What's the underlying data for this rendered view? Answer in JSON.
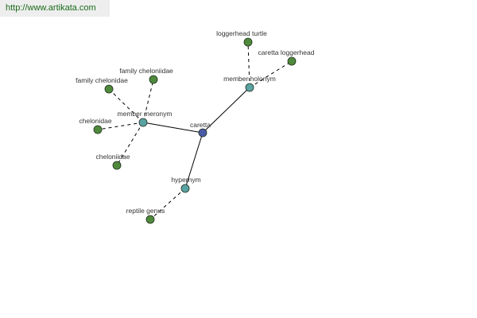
{
  "banner": {
    "url_text": "http://www.artikata.com"
  },
  "colors": {
    "root_node": "#4a5aa8",
    "relation_node": "#5ba3a3",
    "leaf_node": "#4f8a3c",
    "banner_text": "#1a6b1a"
  },
  "graph": {
    "nodes": [
      {
        "id": "caretta",
        "label": "caretta",
        "kind": "root",
        "icon": "root-node-icon"
      },
      {
        "id": "member-meronym",
        "label": "member meronym",
        "kind": "relation",
        "icon": "relation-node-icon"
      },
      {
        "id": "member-holonym",
        "label": "member holonym",
        "kind": "relation",
        "icon": "relation-node-icon"
      },
      {
        "id": "hypernym",
        "label": "hypernym",
        "kind": "relation",
        "icon": "relation-node-icon"
      },
      {
        "id": "family-cheloniidae",
        "label": "family cheloniidae",
        "kind": "leaf",
        "icon": "leaf-node-icon"
      },
      {
        "id": "family-chelonidae",
        "label": "family chelonidae",
        "kind": "leaf",
        "icon": "leaf-node-icon"
      },
      {
        "id": "chelonidae",
        "label": "chelonidae",
        "kind": "leaf",
        "icon": "leaf-node-icon"
      },
      {
        "id": "cheloniidae",
        "label": "cheloniidae",
        "kind": "leaf",
        "icon": "leaf-node-icon"
      },
      {
        "id": "loggerhead-turtle",
        "label": "loggerhead turtle",
        "kind": "leaf",
        "icon": "leaf-node-icon"
      },
      {
        "id": "caretta-loggerhead",
        "label": "caretta loggerhead",
        "kind": "leaf",
        "icon": "leaf-node-icon"
      },
      {
        "id": "reptile-genus",
        "label": "reptile genus",
        "kind": "leaf",
        "icon": "leaf-node-icon"
      }
    ],
    "edges": [
      {
        "from": "caretta",
        "to": "member-meronym",
        "style": "solid"
      },
      {
        "from": "caretta",
        "to": "member-holonym",
        "style": "solid"
      },
      {
        "from": "caretta",
        "to": "hypernym",
        "style": "solid"
      },
      {
        "from": "member-meronym",
        "to": "family-cheloniidae",
        "style": "dashed"
      },
      {
        "from": "member-meronym",
        "to": "family-chelonidae",
        "style": "dashed"
      },
      {
        "from": "member-meronym",
        "to": "chelonidae",
        "style": "dashed"
      },
      {
        "from": "member-meronym",
        "to": "cheloniidae",
        "style": "dashed"
      },
      {
        "from": "member-holonym",
        "to": "loggerhead-turtle",
        "style": "dashed"
      },
      {
        "from": "member-holonym",
        "to": "caretta-loggerhead",
        "style": "dashed"
      },
      {
        "from": "hypernym",
        "to": "reptile-genus",
        "style": "dashed"
      }
    ]
  }
}
